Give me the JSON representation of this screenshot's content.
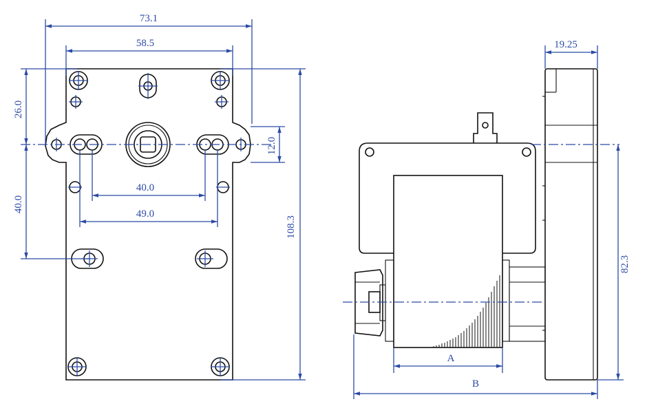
{
  "colors": {
    "dimension": "#2b4aa5",
    "outline": "#111111",
    "background": "#ffffff"
  },
  "front_view": {
    "dim_overall_width": "73.1",
    "dim_upper_hole_spacing": "58.5",
    "dim_top_to_center": "26.0",
    "dim_flange_height": "12.0",
    "dim_center_to_lower_holes": "40.0",
    "dim_inner_hole_spacing": "40.0",
    "dim_outer_hole_spacing": "49.0",
    "dim_overall_height": "108.3"
  },
  "side_view": {
    "dim_gearbox_depth": "19.25",
    "dim_shaft_height": "82.3",
    "dim_a": "A",
    "dim_b": "B"
  }
}
